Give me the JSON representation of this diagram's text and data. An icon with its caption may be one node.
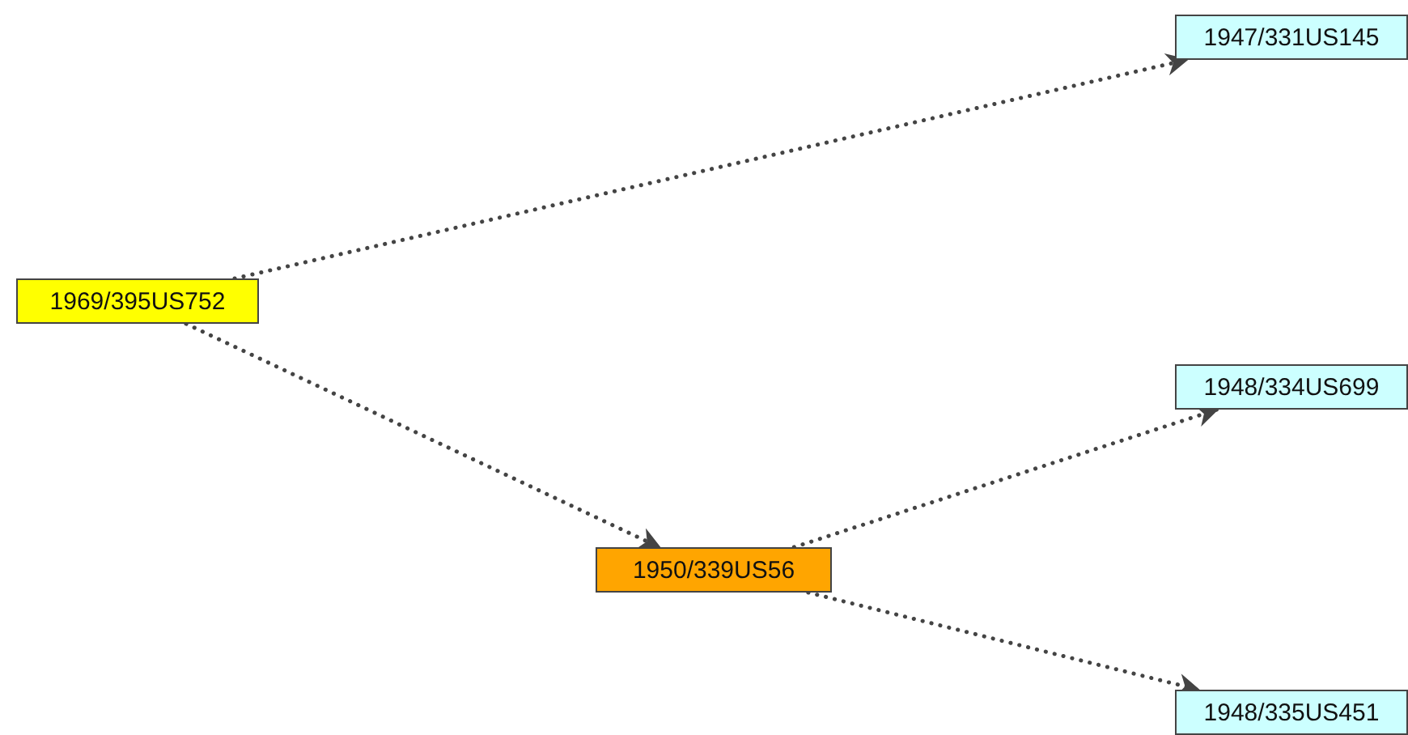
{
  "diagram": {
    "nodes": [
      {
        "text": [
          "1969/395US752"
        ]
      },
      {
        "text": [
          "1947/331US145"
        ]
      },
      {
        "text": [
          "1950/339US56"
        ]
      },
      {
        "text": [
          "1948/334US699"
        ]
      },
      {
        "text": [
          "1948/335US451"
        ]
      }
    ],
    "edges": [
      {
        "from": 0,
        "to": 1,
        "arrow": "to"
      },
      {
        "from": 0,
        "to": 2,
        "arrow": "to"
      },
      {
        "from": 2,
        "to": 3,
        "arrow": "to"
      },
      {
        "from": 2,
        "to": 4,
        "arrow": "to"
      }
    ]
  }
}
